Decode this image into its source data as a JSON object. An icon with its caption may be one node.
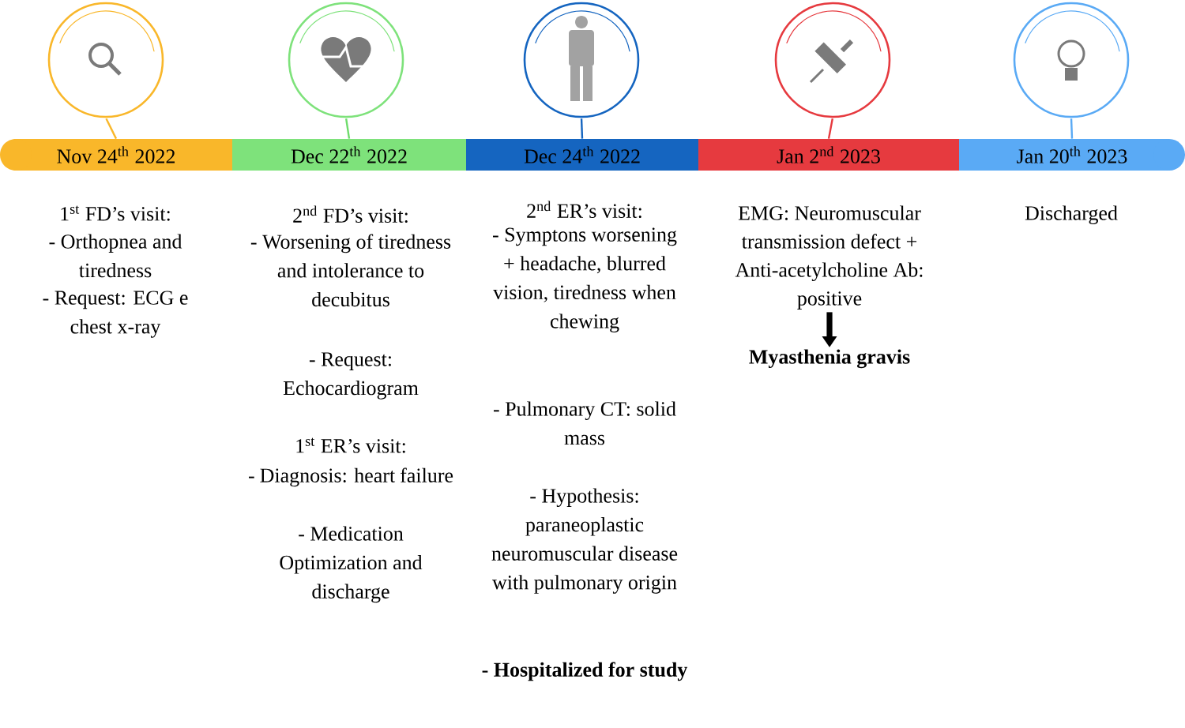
{
  "diagram": {
    "nodes": [
      {
        "text": [],
        "shape": "circle"
      },
      {
        "text": [],
        "shape": "circle"
      },
      {
        "text": [],
        "shape": "circle"
      },
      {
        "text": [],
        "shape": "circle"
      },
      {
        "text": [],
        "shape": "circle"
      },
      {
        "text": [
          "Nov 24$^{th}$ 2022"
        ]
      },
      {
        "text": [
          "Dec 22$^{th}$ 2022"
        ]
      },
      {
        "text": [
          "Dec 24$^{th}$ 2022"
        ]
      },
      {
        "text": [
          "Jan 2$^{nd}$ 2023"
        ]
      },
      {
        "text": [
          "Jan 20$^{th}$ 2023"
        ]
      },
      {
        "text": [
          "EMG: Neuromuscular transmission defect + Anti-acetylcholine Ab: positive"
        ]
      },
      {
        "text": [
          "Myasthenia gravis"
        ]
      }
    ],
    "edges": [
      {
        "from": 0,
        "to": 5,
        "arrow": "none",
        "color": "#f9b72a"
      },
      {
        "from": 1,
        "to": 6,
        "arrow": "none",
        "color": "#6fdc6c"
      },
      {
        "from": 2,
        "to": 7,
        "arrow": "none",
        "color": "#1565c0"
      },
      {
        "from": 3,
        "to": 8,
        "arrow": "none",
        "color": "#e63a3f"
      },
      {
        "from": 4,
        "to": 9,
        "arrow": "none",
        "color": "#5aaaf5"
      },
      {
        "from": 10,
        "to": 11,
        "arrow": "to",
        "style": "thick",
        "color": "#000000"
      }
    ],
    "labels": [
      "1$^{st}$ FD’s visit:",
      "- Orthopnea and tiredness",
      "- Request: ECG e chest x-ray",
      "2$^{nd}$ FD’s visit:",
      "- Worsening of tiredness and intolerance to decubitus",
      "- Request: Echocardiogram",
      "1$^{st}$ ER’s visit:",
      "- Diagnosis: heart failure",
      "- Medication Optimization and discharge",
      "2$^{nd}$ ER’s visit:",
      "- Symptons worsening + headache, blurred vision, tiredness when chewing",
      "- Pulmonary CT: solid mass",
      "- Hypothesis: paraneoplastic neuromuscular disease with pulmonary origin",
      "- Hospitalized for study",
      "Discharged"
    ]
  }
}
